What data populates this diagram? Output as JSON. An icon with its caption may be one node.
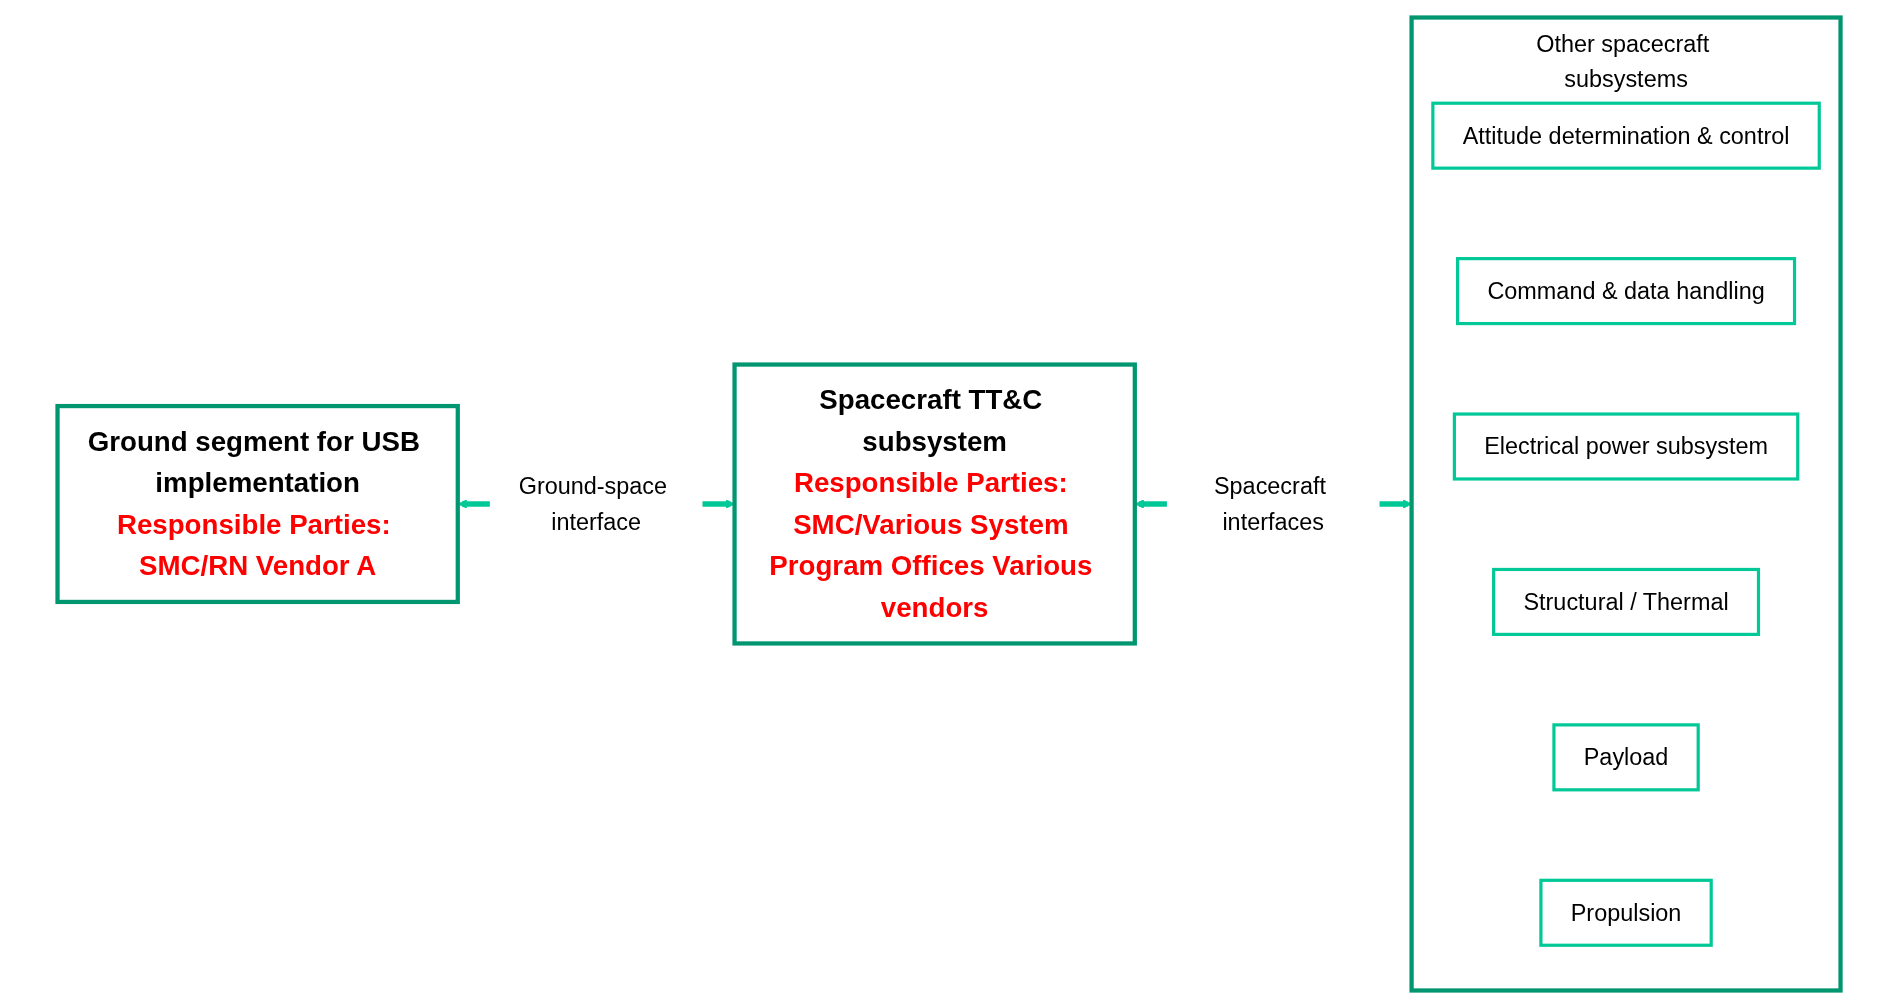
{
  "diagram": {
    "nodes": [
      {
        "text": [
          "Ground segment for USB implementation",
          "Responsible Parties: SMC/RN Vendor A"
        ]
      },
      {
        "text": [
          "Spacecraft TT&C subsystem",
          "Responsible Parties: SMC/Various System Program Offices Various vendors"
        ]
      },
      {
        "text": [
          "Other spacecraft subsystems"
        ]
      },
      {
        "text": [
          "Attitude determination & control"
        ],
        "in": 2
      },
      {
        "text": [
          "Command & data handling"
        ],
        "in": 2
      },
      {
        "text": [
          "Electrical power subsystem"
        ],
        "in": 2
      },
      {
        "text": [
          "Structural / Thermal"
        ],
        "in": 2
      },
      {
        "text": [
          "Payload"
        ],
        "in": 2
      },
      {
        "text": [
          "Propulsion"
        ],
        "in": 2
      }
    ],
    "edges": [
      {
        "from": 0,
        "to": 1,
        "arrow": "both",
        "label": "Ground-space interface"
      },
      {
        "from": 1,
        "to": 2,
        "arrow": "both",
        "label": "Spacecraft interfaces"
      }
    ]
  }
}
